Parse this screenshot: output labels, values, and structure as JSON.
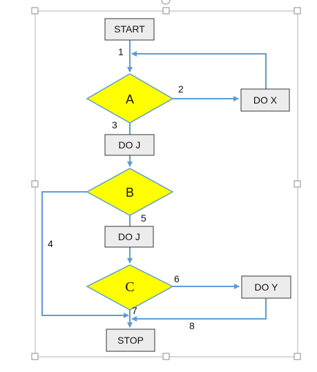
{
  "flowchart": {
    "start_label": "START",
    "stop_label": "STOP",
    "do_x_label": "DO X",
    "do_j_top_label": "DO J",
    "do_j_bottom_label": "DO J",
    "do_y_label": "DO Y",
    "decision_a_label": "A",
    "decision_b_label": "B",
    "decision_c_label": "C",
    "edge_labels": {
      "e1": "1",
      "e2": "2",
      "e3": "3",
      "e4": "4",
      "e5": "5",
      "e6": "6",
      "e7": "7",
      "e8": "8"
    }
  },
  "colors": {
    "decision_fill": "#ffff00",
    "arrow": "#5b9bd5",
    "process_fill": "#ececec",
    "selection_frame": "#b0b0b0"
  }
}
